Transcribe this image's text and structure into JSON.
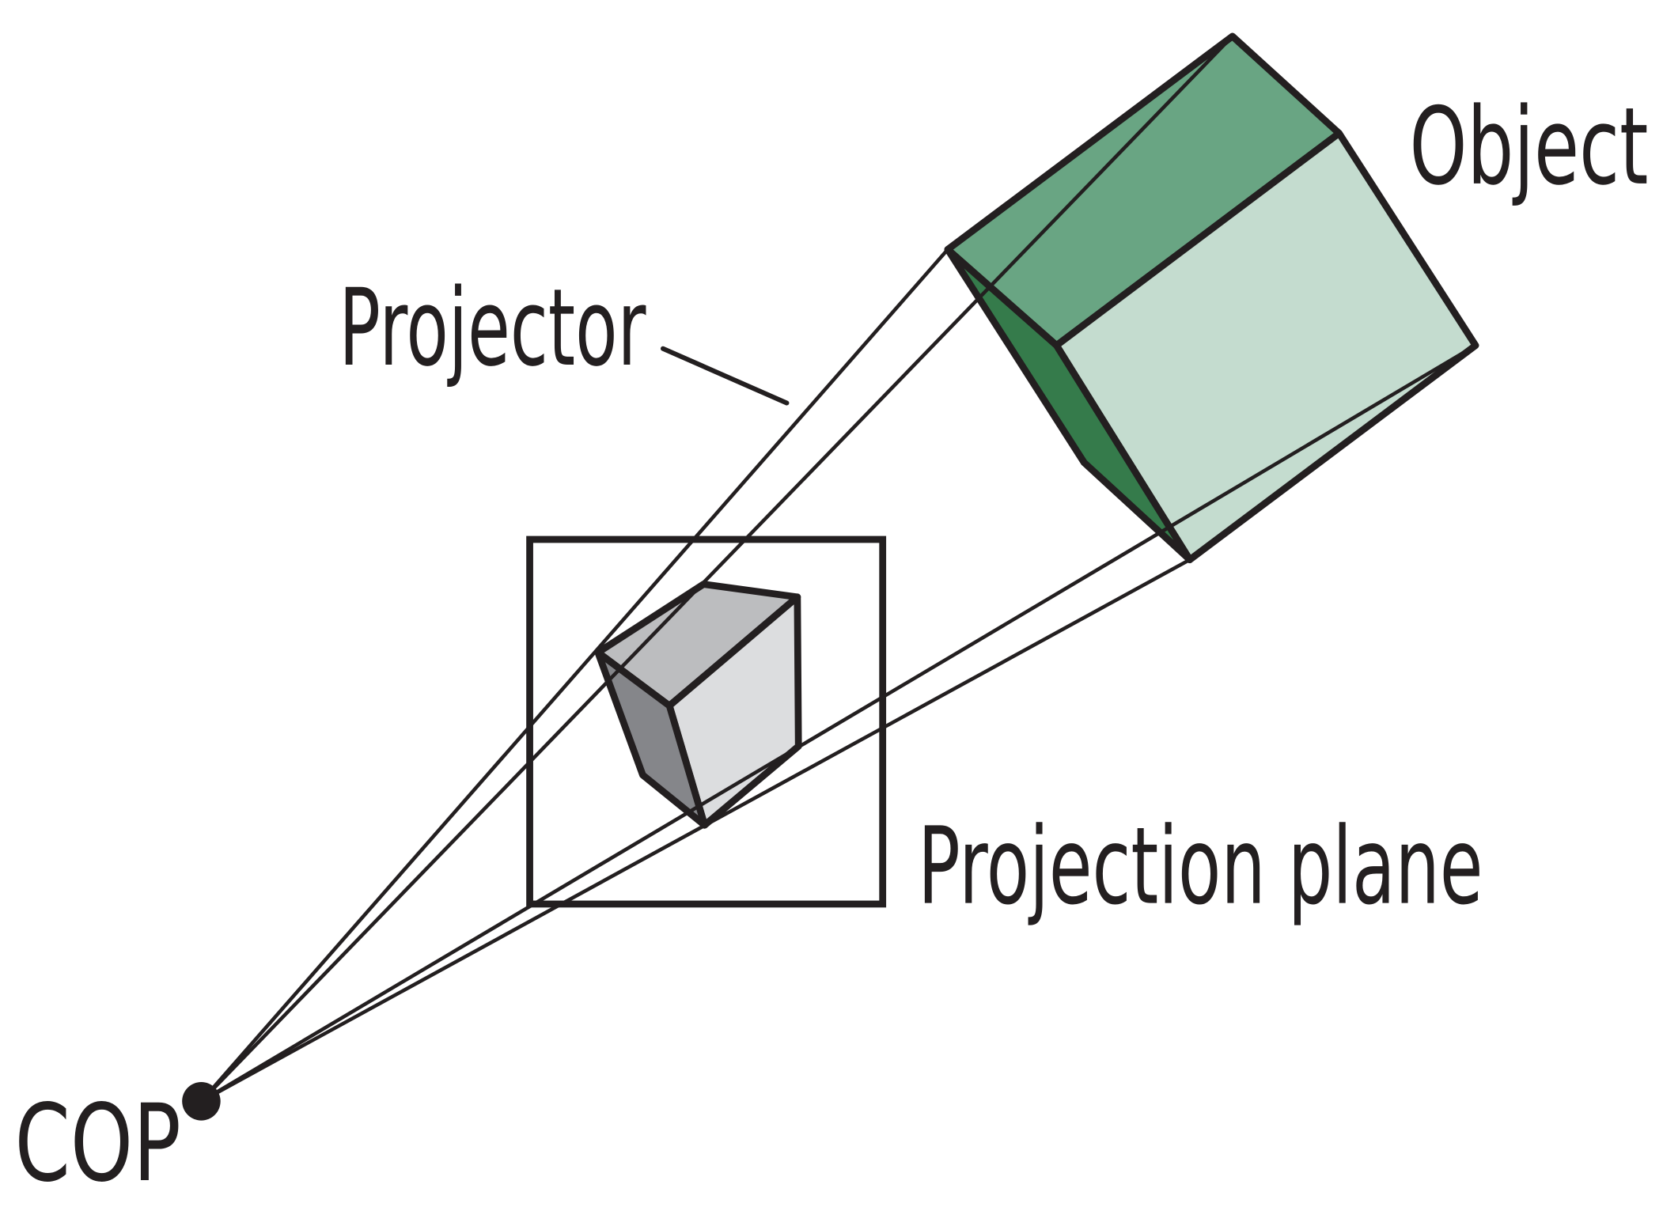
{
  "labels": {
    "object": "Object",
    "projector": "Projector",
    "projection_plane": "Projection plane",
    "cop": "COP"
  },
  "colors": {
    "ink": "#231f20",
    "object_top": "#69a583",
    "object_front": "#c4dccf",
    "object_side": "#357b4b",
    "image_top": "#bcbdbf",
    "image_front": "#dcdddf",
    "image_side": "#85868a"
  }
}
